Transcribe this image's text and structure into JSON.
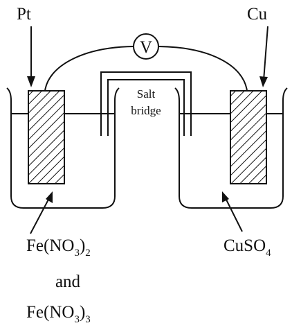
{
  "electrodes": {
    "left": "Pt",
    "right": "Cu"
  },
  "voltmeter": "V",
  "salt_bridge": {
    "line1": "Salt",
    "line2": "bridge"
  },
  "solutions": {
    "left": {
      "line1": {
        "a": "Fe(NO",
        "sub": "3",
        "b": ")",
        "sub2": "2"
      },
      "line2": "and",
      "line3": {
        "a": "Fe(NO",
        "sub": "3",
        "b": ")",
        "sub2": "3"
      }
    },
    "right": {
      "a": "CuSO",
      "sub": "4"
    }
  },
  "colors": {
    "ink": "#111111",
    "background": "#ffffff"
  }
}
